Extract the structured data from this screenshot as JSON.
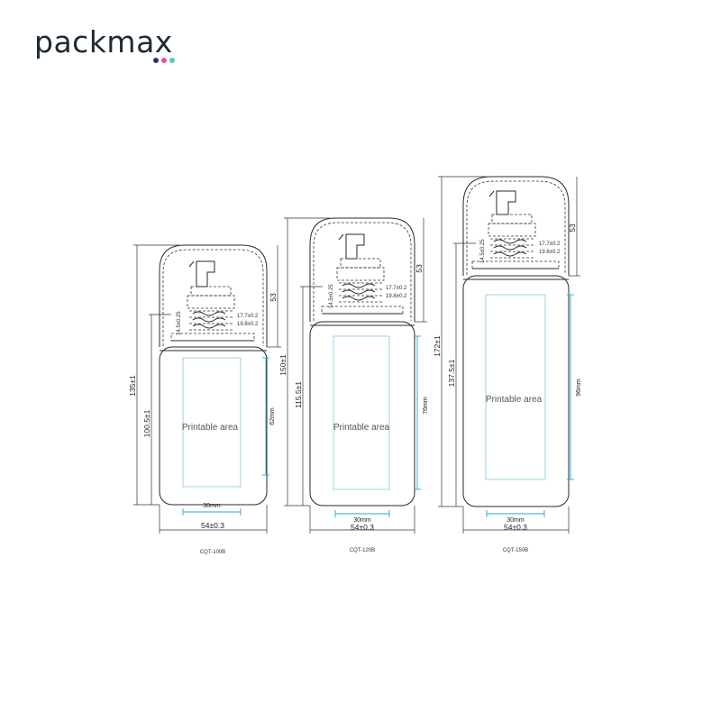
{
  "brand": {
    "name": "packmax",
    "dot_colors": [
      "#2e2f6e",
      "#e0588f",
      "#5bc7c4"
    ]
  },
  "bottles": [
    {
      "model": "CQT-100B",
      "height_total": "135±1",
      "height_body": "100.5±1",
      "cap_height": "53",
      "pa_height": "62mm",
      "pa_width": "30mm",
      "width": "54±0.3",
      "printable": "Printable area",
      "dim_a": "17.7±0.2",
      "dim_b": "19.8±0.2",
      "dim_c": "14.5±0.25"
    },
    {
      "model": "CQT-120B",
      "height_total": "150±1",
      "height_body": "115.5±1",
      "cap_height": "53",
      "pa_height": "76mm",
      "pa_width": "30mm",
      "width": "54±0.3",
      "printable": "Printable area",
      "dim_a": "17.7±0.2",
      "dim_b": "19.8±0.2",
      "dim_c": "14.5±0.25"
    },
    {
      "model": "CQT-150B",
      "height_total": "172±1",
      "height_body": "137.5±1",
      "cap_height": "53",
      "pa_height": "96mm",
      "pa_width": "30mm",
      "width": "54±0.3",
      "printable": "Printable area",
      "dim_a": "17.7±0.2",
      "dim_b": "19.8±0.2",
      "dim_c": "14.5±0.25"
    }
  ]
}
